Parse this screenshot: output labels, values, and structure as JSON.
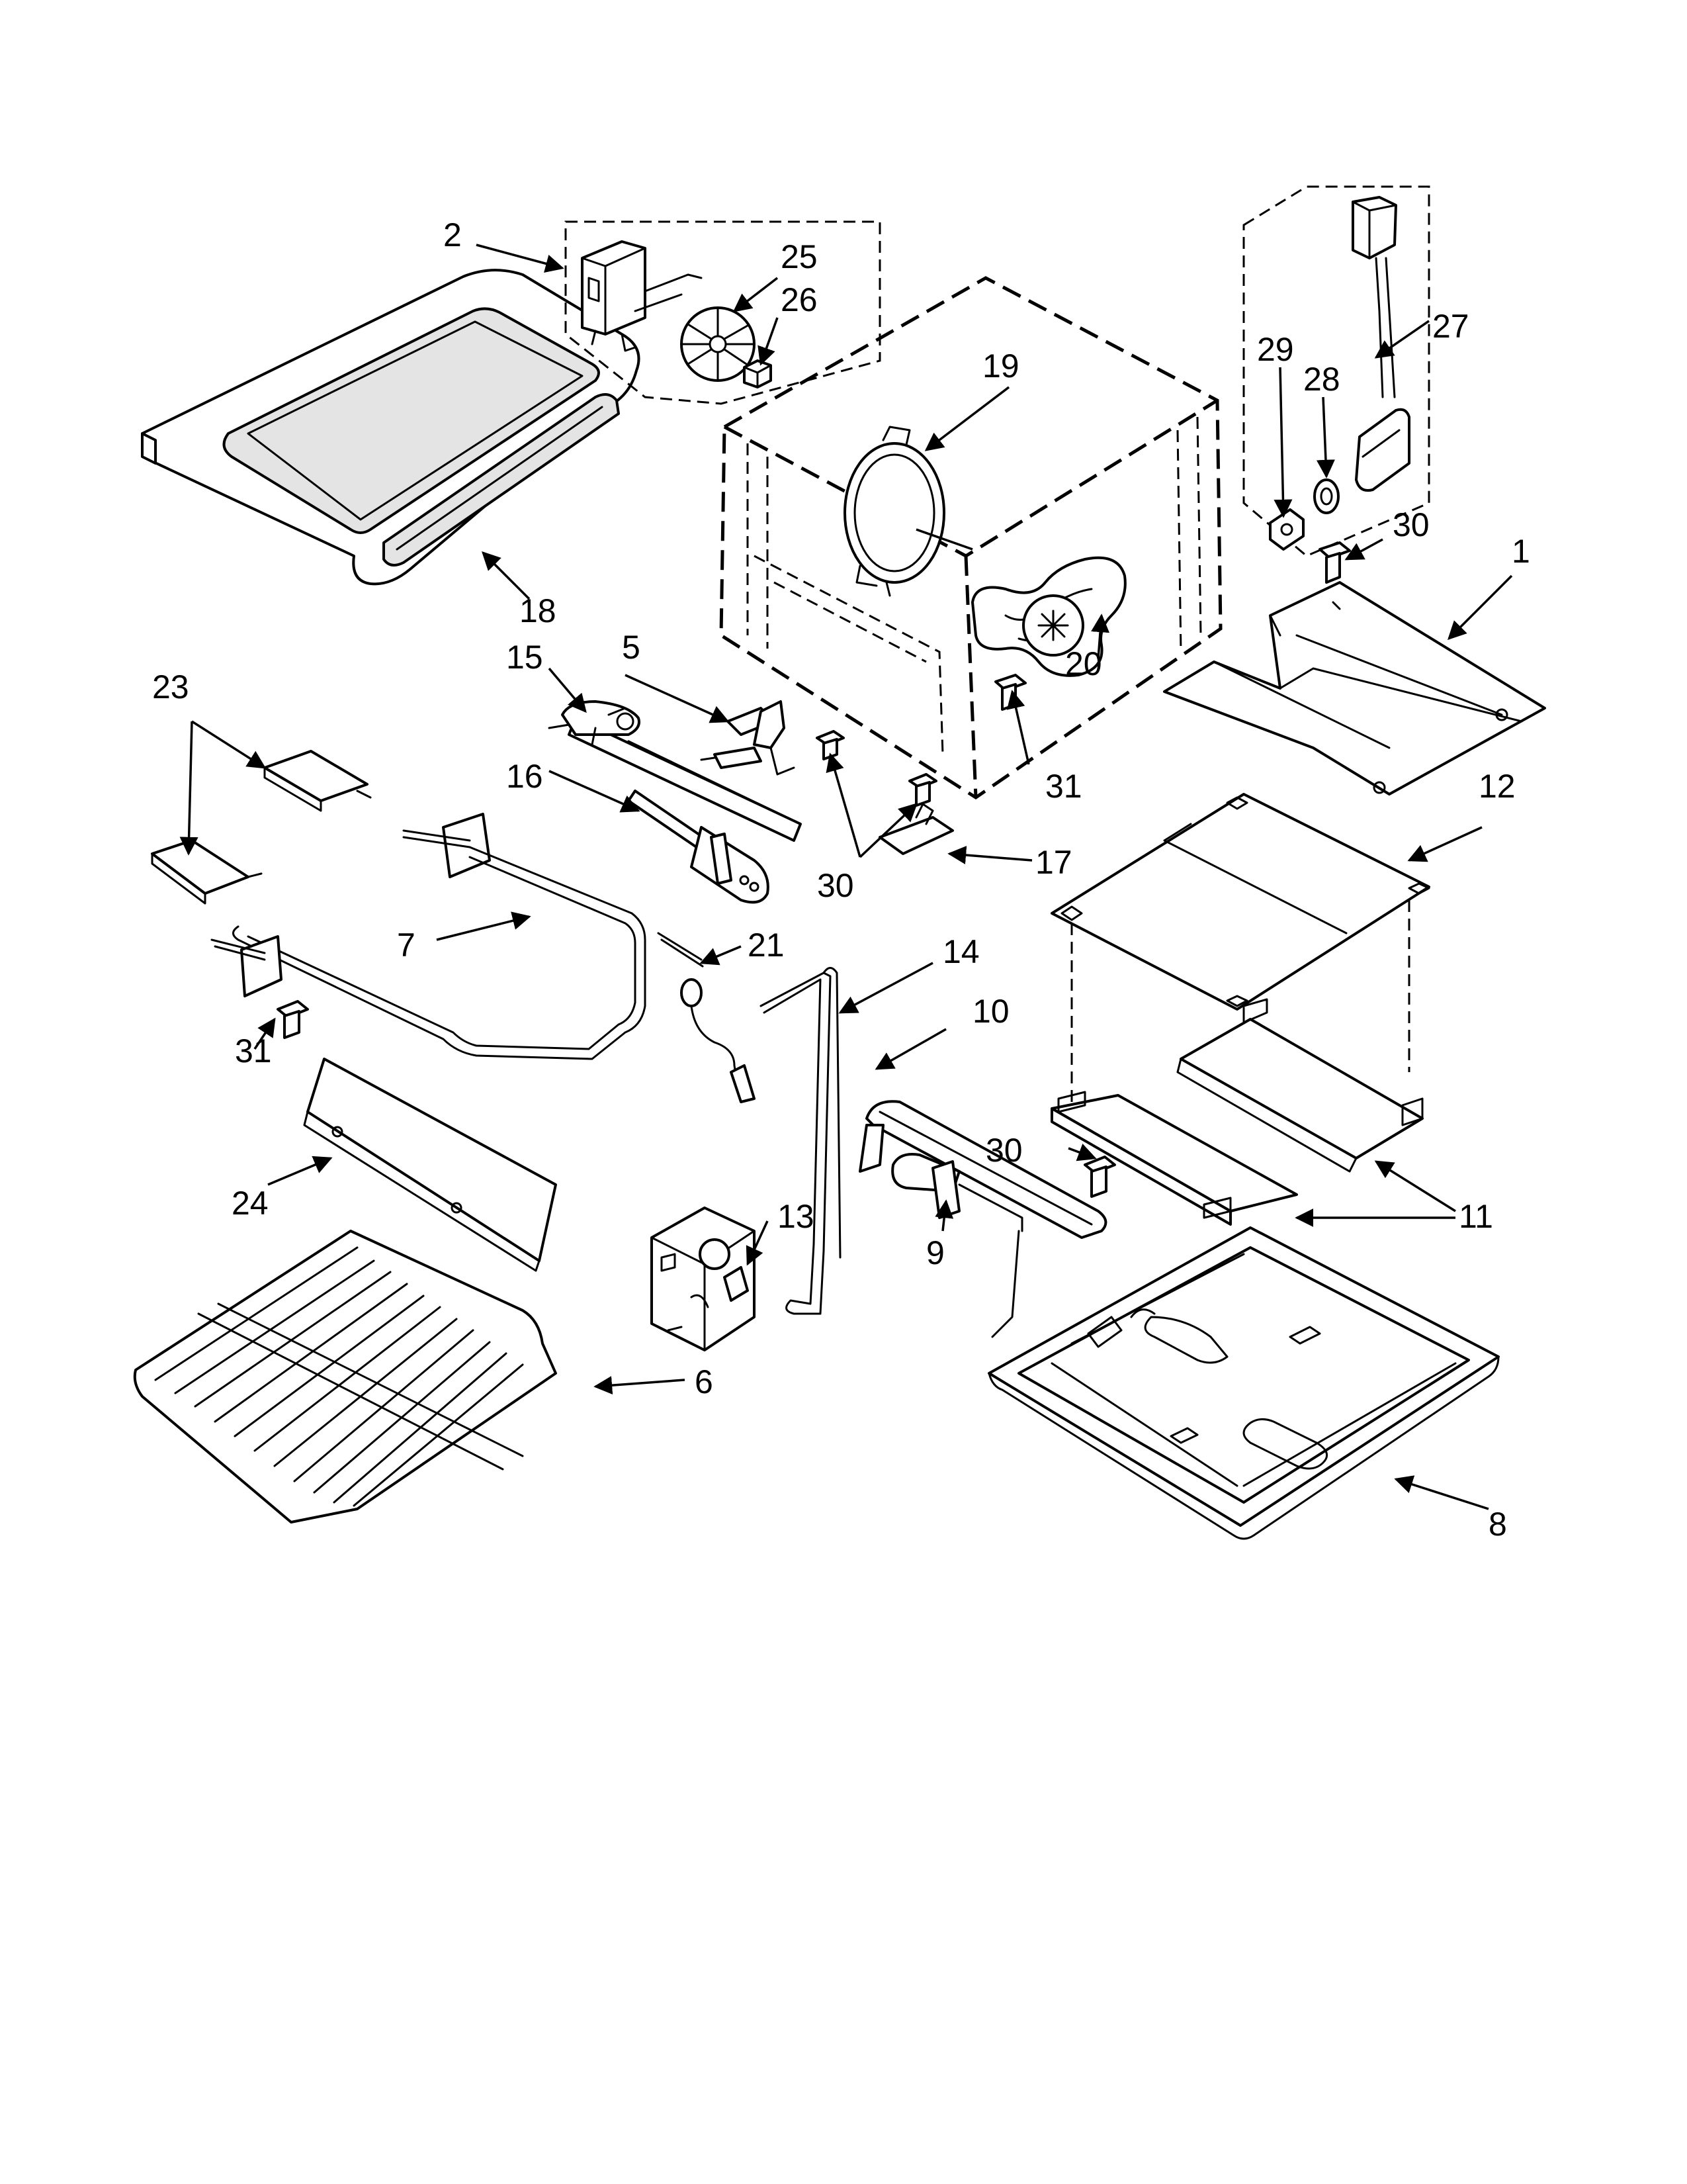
{
  "callouts": {
    "c1": "1",
    "c2": "2",
    "c5": "5",
    "c6": "6",
    "c7": "7",
    "c8": "8",
    "c9": "9",
    "c10": "10",
    "c11": "11",
    "c12": "12",
    "c13": "13",
    "c14": "14",
    "c15": "15",
    "c16": "16",
    "c17": "17",
    "c18": "18",
    "c19": "19",
    "c20": "20",
    "c21": "21",
    "c23": "23",
    "c24": "24",
    "c25": "25",
    "c26": "26",
    "c27": "27",
    "c28": "28",
    "c29": "29",
    "c30a": "30",
    "c30b": "30",
    "c30c": "30",
    "c31a": "31",
    "c31b": "31"
  }
}
